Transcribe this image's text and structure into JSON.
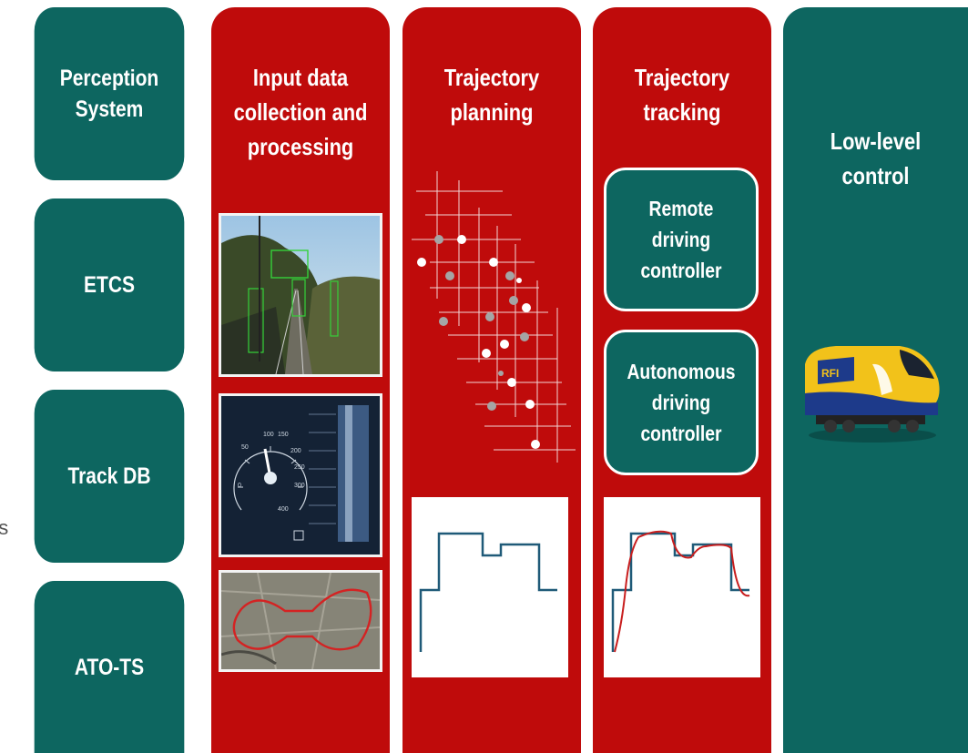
{
  "fragment_text": "ns",
  "inputs": [
    {
      "label": "Perception System",
      "line1": "Perception",
      "line2": "System"
    },
    {
      "label": "ETCS",
      "line1": "ETCS",
      "line2": ""
    },
    {
      "label": "Track DB",
      "line1": "Track DB",
      "line2": ""
    },
    {
      "label": "ATO-TS",
      "line1": "ATO-TS",
      "line2": ""
    }
  ],
  "stages": {
    "input": {
      "line1": "Input data",
      "line2": "collection and",
      "line3": "processing"
    },
    "planning": {
      "line1": "Trajectory",
      "line2": "planning"
    },
    "tracking": {
      "line1": "Trajectory",
      "line2": "tracking",
      "remote": {
        "line1": "Remote driving",
        "line2": "controller"
      },
      "autonomous": {
        "line1": "Autonomous",
        "line2": "driving controller"
      }
    },
    "control": {
      "title": "Low-level control"
    }
  },
  "speedometer": {
    "ticks": [
      "100",
      "150",
      "200",
      "50",
      "250",
      "300",
      "0",
      "400"
    ]
  },
  "colors": {
    "teal": "#0d6660",
    "red": "#bf0b0b",
    "profile": "#1f5a78"
  }
}
